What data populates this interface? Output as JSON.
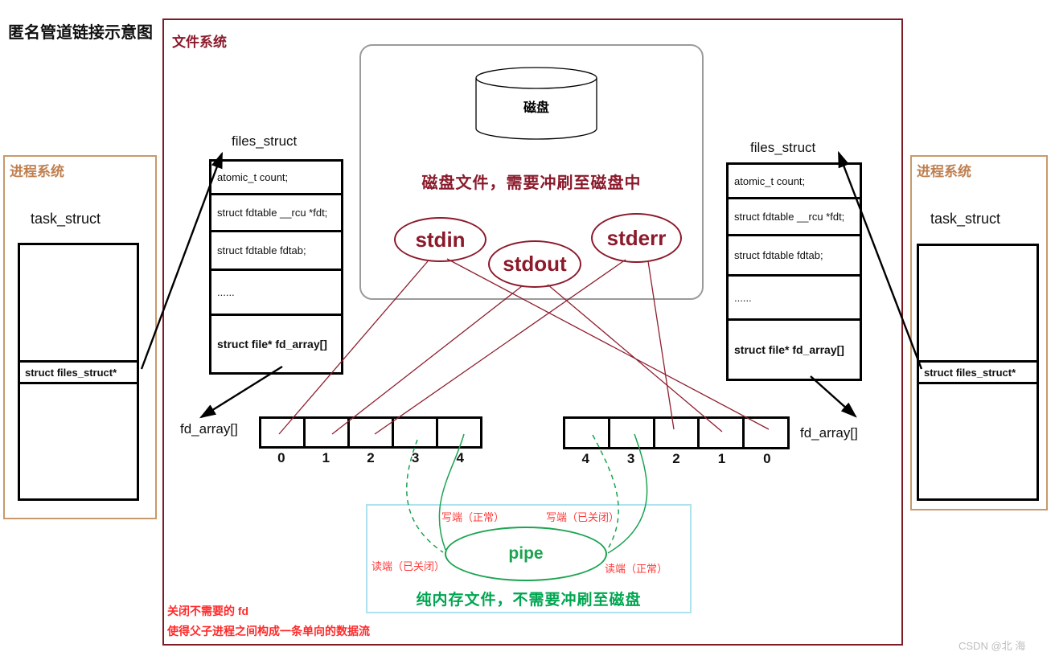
{
  "page": {
    "title": "匿名管道链接示意图",
    "watermark": "CSDN @北  海"
  },
  "file_system": {
    "label": "文件系统",
    "disk": {
      "label": "磁盘",
      "note": "磁盘文件，需要冲刷至磁盘中"
    },
    "streams": [
      {
        "label": "stdin"
      },
      {
        "label": "stdout"
      },
      {
        "label": "stderr"
      }
    ]
  },
  "process_left": {
    "label": "进程系统",
    "struct_title": "task_struct",
    "pointer_field": "struct files_struct*"
  },
  "process_right": {
    "label": "进程系统",
    "struct_title": "task_struct",
    "pointer_field": "struct files_struct*"
  },
  "files_left": {
    "title": "files_struct",
    "rows": [
      "atomic_t count;",
      "struct fdtable __rcu *fdt;",
      "struct fdtable fdtab;",
      "......",
      "struct file* fd_array[]"
    ]
  },
  "files_right": {
    "title": "files_struct",
    "rows": [
      "atomic_t count;",
      "struct fdtable __rcu *fdt;",
      "struct fdtable fdtab;",
      "......",
      "struct file* fd_array[]"
    ]
  },
  "fd_left": {
    "label": "fd_array[]",
    "indices": [
      "0",
      "1",
      "2",
      "3",
      "4"
    ]
  },
  "fd_right": {
    "label": "fd_array[]",
    "indices": [
      "4",
      "3",
      "2",
      "1",
      "0"
    ]
  },
  "pipe": {
    "label": "pipe",
    "note": "纯内存文件，不需要冲刷至磁盘",
    "labels": {
      "write_normal": "写端（正常）",
      "write_closed": "写端（已关闭）",
      "read_closed": "读端（已关闭）",
      "read_normal": "读端（正常）"
    }
  },
  "notes": [
    "关闭不需要的 fd",
    "使得父子进程之间构成一条单向的数据流"
  ],
  "colors": {
    "dark_red": "#8B1A2B",
    "bright_red": "#FF2A2A",
    "green": "#00A651",
    "curve_green": "#1CA351",
    "tan_text": "#BF7F4F",
    "tan_border": "#C9996B",
    "cyan_border": "#ADE2EE",
    "black": "#000000",
    "gray_border": "#9B9B9B"
  }
}
